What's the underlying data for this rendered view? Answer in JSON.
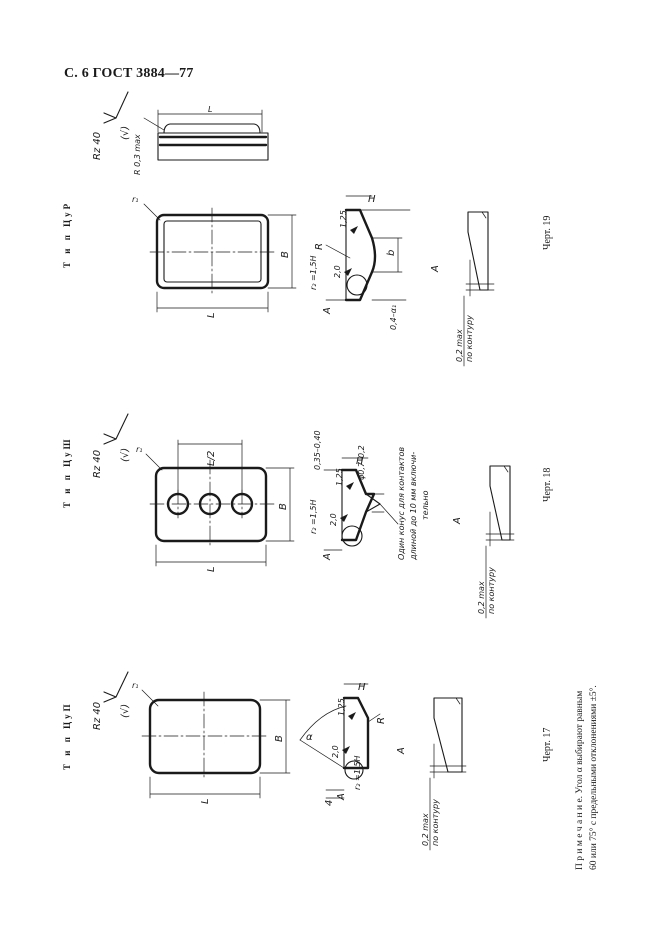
{
  "header": "С. 6 ГОСТ 3884—77",
  "types": {
    "pur": "Т и п ЦуР",
    "push": "Т и п ЦуШ",
    "pup": "Т и п ЦуП"
  },
  "captions": {
    "fig17": "Черт. 17",
    "fig18": "Черт. 18",
    "fig19": "Черт. 19"
  },
  "note": {
    "line1": "П р и м е ч а н и е. Угол α выбирают равным",
    "line2": "60 или 75° с предельными отклонениями ±5°."
  },
  "labels": {
    "rz40": "Rz 40",
    "check": "(√)",
    "r03max": "R 0,3 max",
    "L": "L",
    "L2": "L/2",
    "B": "B",
    "b": "b",
    "H": "H",
    "R": "R",
    "A": "A",
    "r1": "r₁",
    "r2": "r₂ =1,5H",
    "v125": "1,25",
    "v20": "2,0",
    "v04": "0,4–α₁",
    "v035": "0,35–0,40",
    "d07": "φ0,7–0,2",
    "cone1": "Один конус для контактов",
    "cone2": "длиной до 10 мм включи-",
    "cone3": "тельно",
    "max02": "0,2 max",
    "contour": "по контуру",
    "alpha": "α",
    "four": "4"
  }
}
